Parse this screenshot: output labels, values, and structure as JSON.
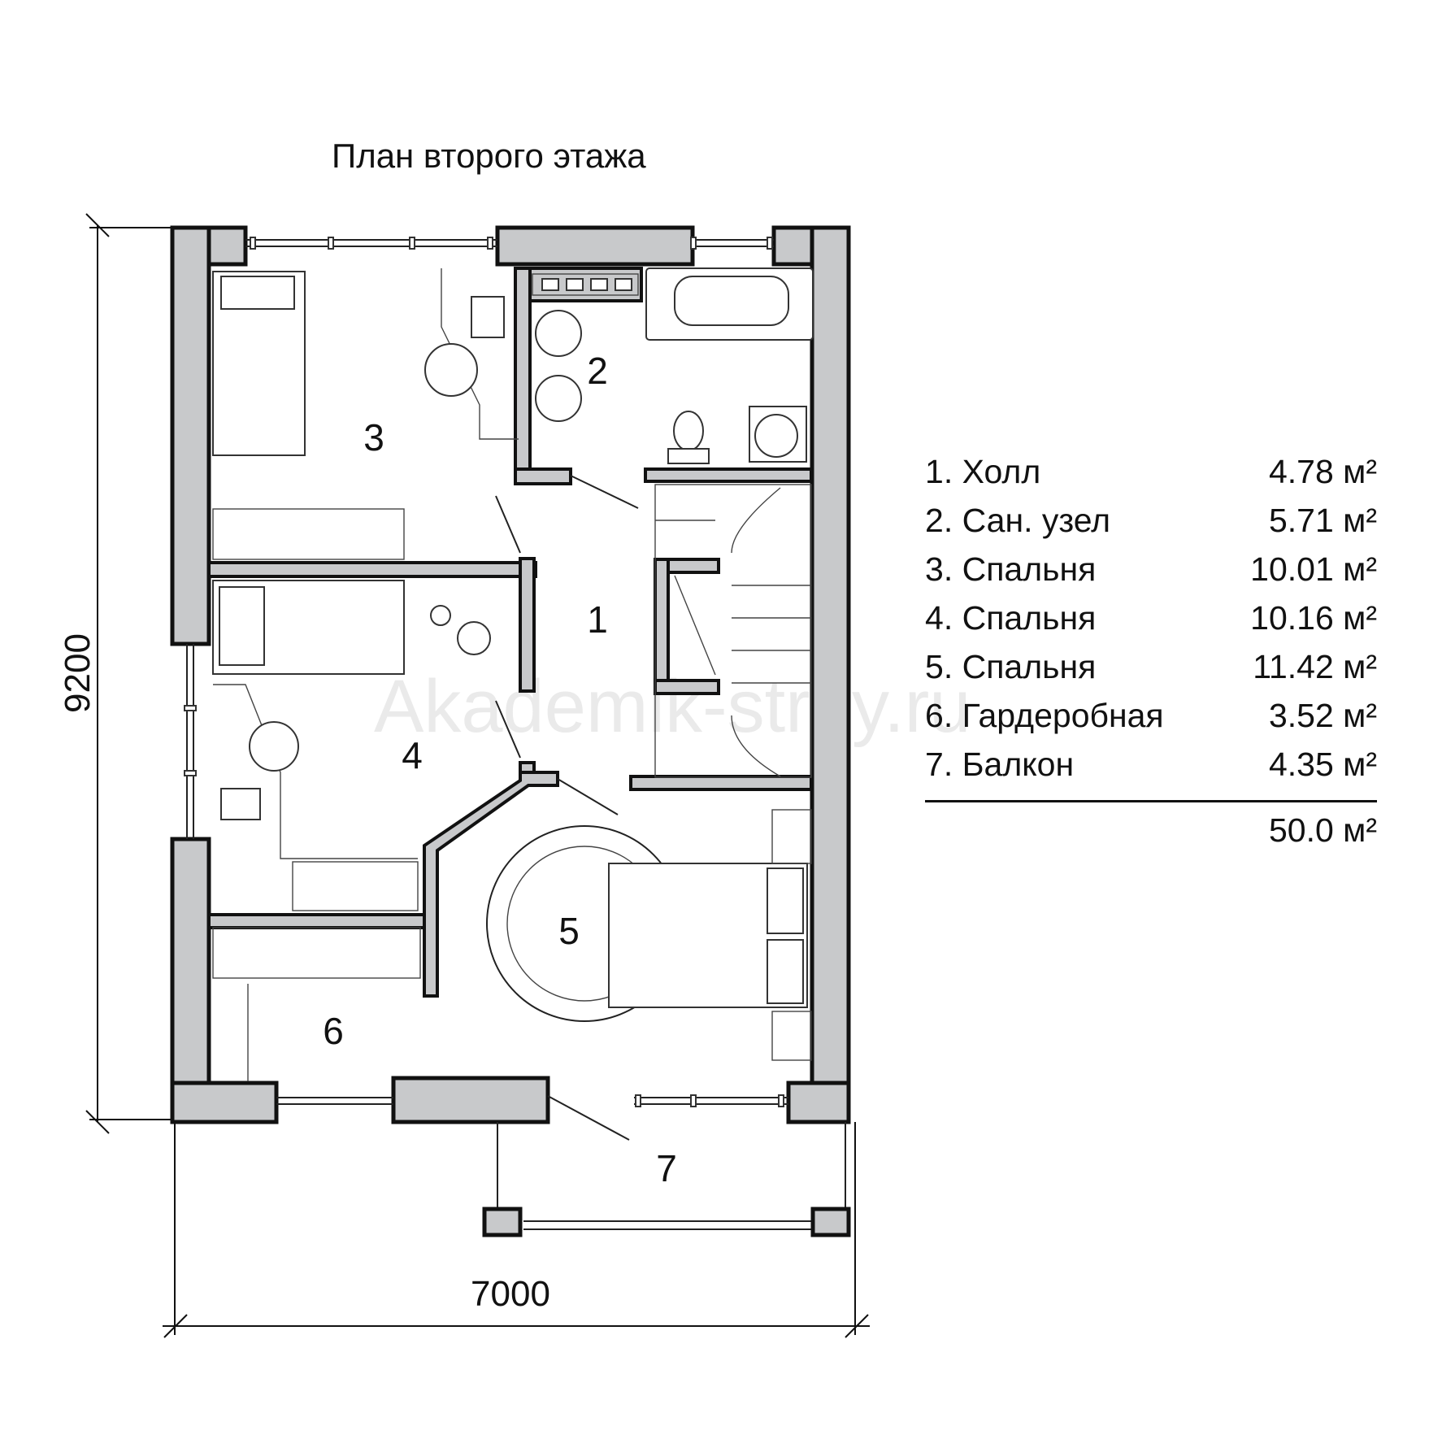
{
  "title": "План второго этажа",
  "dimensions": {
    "width": "7000",
    "height": "9200"
  },
  "watermark": "Akademik-stroy.ru",
  "rooms": [
    {
      "number": "1",
      "name": "Холл",
      "area": "4.78 м²"
    },
    {
      "number": "2",
      "name": "Сан. узел",
      "area": "5.71 м²"
    },
    {
      "number": "3",
      "name": "Спальня",
      "area": "10.01 м²"
    },
    {
      "number": "4",
      "name": "Спальня",
      "area": "10.16 м²"
    },
    {
      "number": "5",
      "name": "Спальня",
      "area": "11.42 м²"
    },
    {
      "number": "6",
      "name": "Гардеробная",
      "area": "3.52 м²"
    },
    {
      "number": "7",
      "name": "Балкон",
      "area": "4.35 м²"
    }
  ],
  "total_area": "50.0 м²",
  "colors": {
    "wall_fill": "#c8c9cb",
    "line": "#111111"
  }
}
